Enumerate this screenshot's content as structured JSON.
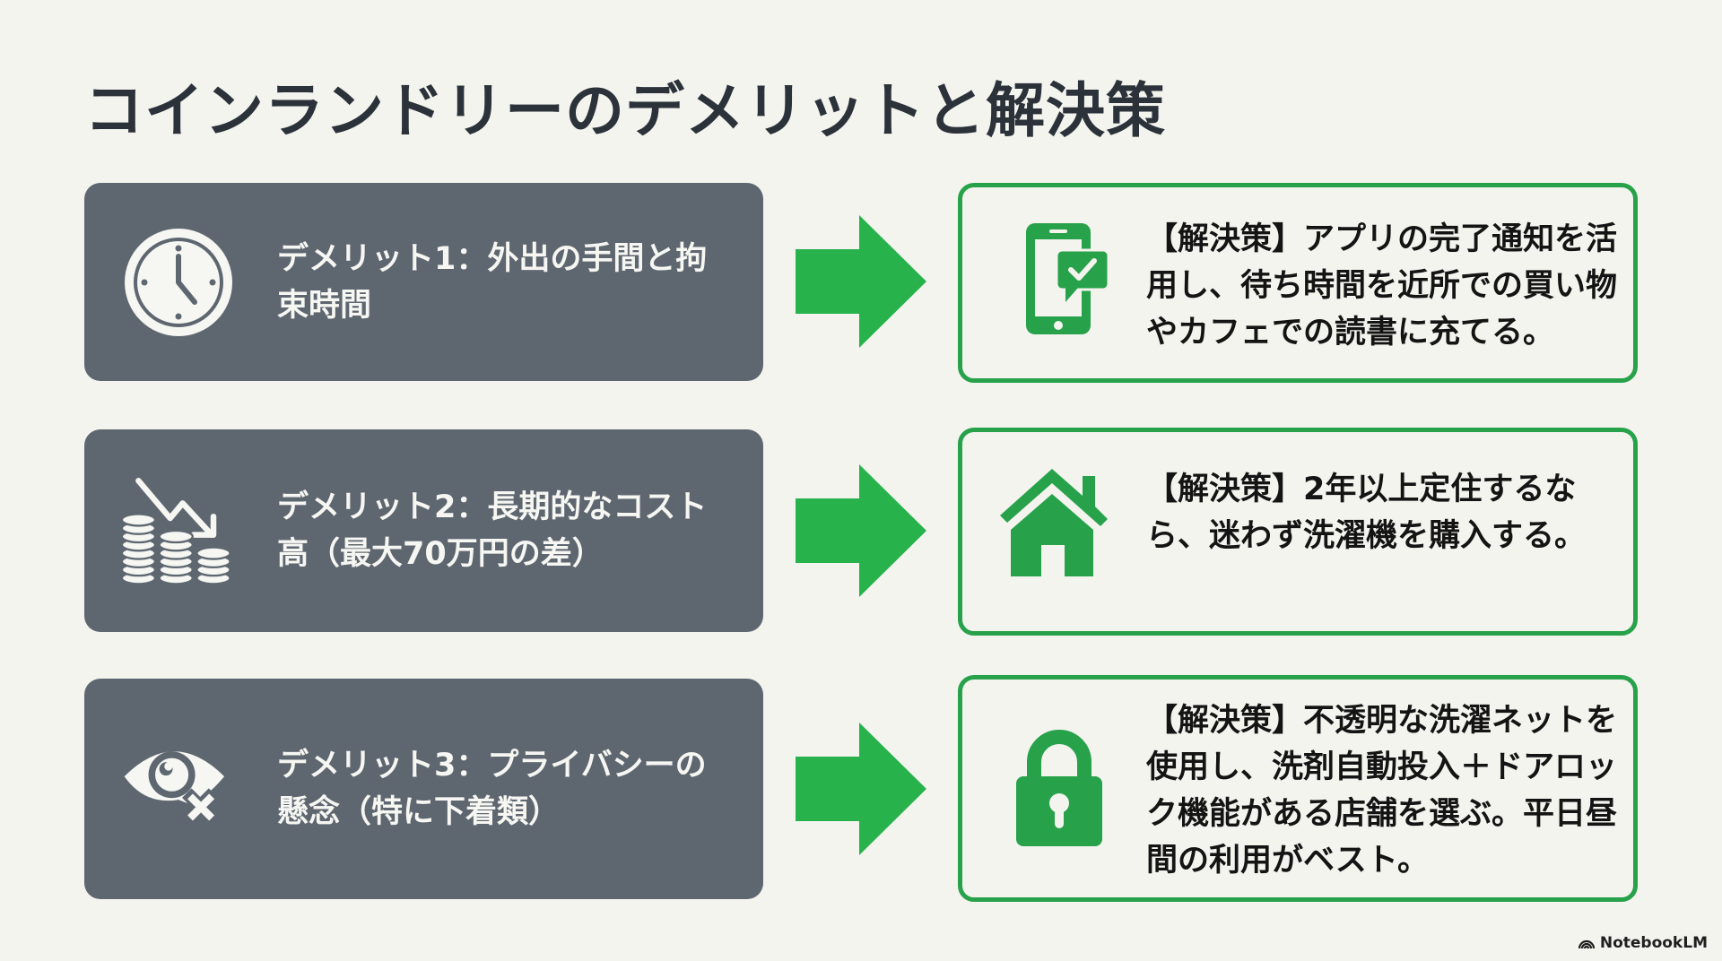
{
  "title": "コインランドリーのデメリットと解決策",
  "colors": {
    "background": "#f4f4ef",
    "problem_box": "#5e6770",
    "accent_green": "#27a24a",
    "title_text": "#2b323a"
  },
  "rows": [
    {
      "problem": {
        "icon": "clock-icon",
        "text": "デメリット1：外出の手間と拘束時間"
      },
      "arrow_icon": "arrow-right-icon",
      "solution": {
        "icon": "smartphone-check-notification-icon",
        "text": "【解決策】アプリの完了通知を活用し、待ち時間を近所での買い物やカフェでの読書に充てる。"
      }
    },
    {
      "problem": {
        "icon": "coins-decline-icon",
        "text": "デメリット2：長期的なコスト高（最大70万円の差）"
      },
      "arrow_icon": "arrow-right-icon",
      "solution": {
        "icon": "house-icon",
        "text": "【解決策】2年以上定住するなら、迷わず洗濯機を購入する。"
      }
    },
    {
      "problem": {
        "icon": "eye-blocked-icon",
        "text": "デメリット3：プライバシーの懸念（特に下着類）"
      },
      "arrow_icon": "arrow-right-icon",
      "solution": {
        "icon": "padlock-icon",
        "text": "【解決策】不透明な洗濯ネットを使用し、洗剤自動投入＋ドアロック機能がある店舗を選ぶ。平日昼間の利用がベスト。"
      }
    }
  ],
  "footer": {
    "brand": "NotebookLM",
    "brand_icon": "notebooklm-logo-icon"
  }
}
